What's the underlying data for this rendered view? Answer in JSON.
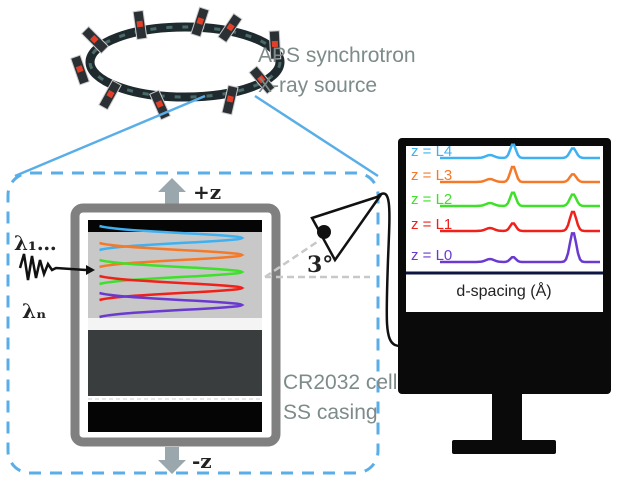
{
  "source": {
    "line1": "APS synchrotron",
    "line2": "X-ray source"
  },
  "cell": {
    "line1": "CR2032 cell",
    "line2": "SS casing"
  },
  "axis": {
    "plus_z": "+z",
    "minus_z": "-z"
  },
  "beam": {
    "lambda_1": "λ₁…",
    "lambda_n": "λₙ"
  },
  "angle": "3°",
  "monitor": {
    "xlabel": "d-spacing (Å)",
    "spectra": [
      {
        "label": "z = L4",
        "color": "#3fb0f0"
      },
      {
        "label": "z = L3",
        "color": "#f47a2a"
      },
      {
        "label": "z = L2",
        "color": "#3fe02a"
      },
      {
        "label": "z = L1",
        "color": "#f0201a"
      },
      {
        "label": "z = L0",
        "color": "#6a3ad0"
      }
    ]
  },
  "colors": {
    "link": "#5aaee8",
    "casing": "#808080",
    "ring": "#1f2a2e",
    "magnet": "#e0402a"
  }
}
